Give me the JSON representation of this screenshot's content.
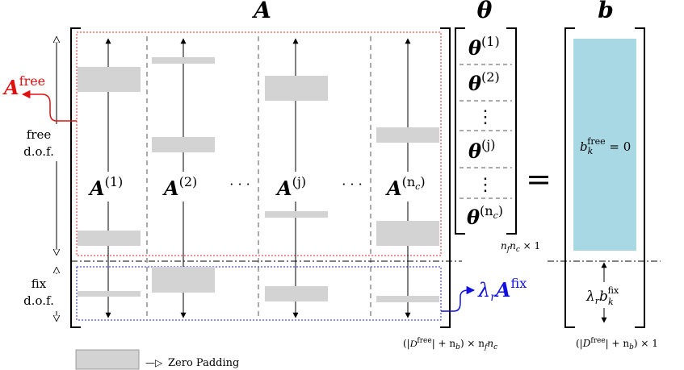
{
  "titles": {
    "A": "A",
    "theta": "θ",
    "b": "b"
  },
  "free_label": {
    "base": "A",
    "sup": "free",
    "color": "#e01010"
  },
  "fix_label": {
    "lambda": "λ",
    "sub": "r",
    "base": "A",
    "sup": "fix",
    "color": "#1010e0"
  },
  "left_labels": {
    "free": "free",
    "free_dof": "d.o.f.",
    "fix": "fix",
    "fix_dof": "d.o.f."
  },
  "columns": [
    {
      "base": "A",
      "sup": "(1)"
    },
    {
      "base": "A",
      "sup": "(2)"
    },
    {
      "dots": "· · ·"
    },
    {
      "base": "A",
      "sup": "(j)"
    },
    {
      "dots": "· · ·"
    },
    {
      "base": "A",
      "sup": "(n",
      "sup_sub": "c",
      "sup_close": ")"
    }
  ],
  "theta_entries": [
    {
      "base": "θ",
      "sup": "(1)"
    },
    {
      "base": "θ",
      "sup": "(2)"
    },
    {
      "vdots": "⋮"
    },
    {
      "base": "θ",
      "sup": "(j)"
    },
    {
      "vdots": "⋮"
    },
    {
      "base": "θ",
      "sup": "(n",
      "sup_sub": "c",
      "sup_close": ")"
    }
  ],
  "equals": "=",
  "theta_dim": {
    "n": "n",
    "f": "f",
    "n2": "n",
    "c": "c",
    "rest": " × 1"
  },
  "a_dim": {
    "open": "(|",
    "D": "D",
    "sup": "free",
    "mid": "| + n",
    "b": "b",
    "close": ") × n",
    "f": "f",
    "n": "n",
    "c": "c"
  },
  "b_dim": {
    "open": "(|",
    "D": "D",
    "sup": "free",
    "mid": "| + n",
    "b": "b",
    "close": ") × 1"
  },
  "b_free_text": {
    "b": "b",
    "sub": "k",
    "sup": "free",
    "rest": " = 0"
  },
  "b_fix_text": {
    "lambda": "λ",
    "r": "r",
    "b": "b",
    "sub": "k",
    "sup": "fix"
  },
  "legend": {
    "arrow": "—▷",
    "label": "Zero Padding"
  },
  "colors": {
    "padding": "#d3d3d3",
    "b_free_fill": "#a8d8e4",
    "free_box": "#e02020",
    "fix_box": "#2020e0"
  }
}
